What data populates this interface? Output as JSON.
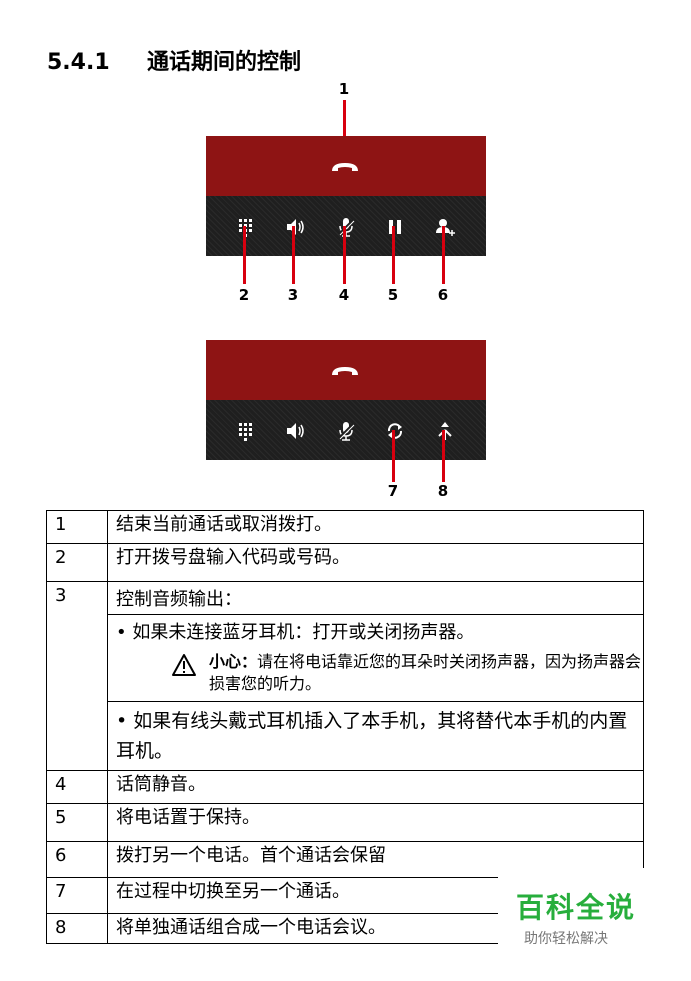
{
  "section": {
    "number": "5.4.1",
    "title": "通话期间的控制"
  },
  "callouts": {
    "top": [
      "1"
    ],
    "row1": [
      "2",
      "3",
      "4",
      "5",
      "6"
    ],
    "row2": [
      "7",
      "8"
    ]
  },
  "icons": [
    "end-call-icon",
    "dialpad-icon",
    "speaker-icon",
    "mute-icon",
    "hold-icon",
    "add-call-icon",
    "swap-call-icon",
    "merge-call-icon"
  ],
  "colors": {
    "panel_top": "#8e1414",
    "panel_bottom": "#1f1f1f",
    "callout_line": "#d8000f",
    "watermark": "#27ae3c"
  },
  "rows": [
    {
      "n": "1",
      "text": "结束当前通话或取消拨打。"
    },
    {
      "n": "2",
      "text": "打开拨号盘输入代码或号码。"
    },
    {
      "n": "3",
      "text": "控制音频输出：",
      "bullet1": "• 如果未连接蓝牙耳机：打开或关闭扬声器。",
      "caution_label": "小心：",
      "caution_text": "请在将电话靠近您的耳朵时关闭扬声器，因为扬声器会损害您的听力。",
      "bullet2": "• 如果有线头戴式耳机插入了本手机，其将替代本手机的内置耳机。"
    },
    {
      "n": "4",
      "text": "话筒静音。"
    },
    {
      "n": "5",
      "text": "将电话置于保持。"
    },
    {
      "n": "6",
      "text": "拨打另一个电话。首个通话会保留"
    },
    {
      "n": "7",
      "text": "在过程中切换至另一个通话。"
    },
    {
      "n": "8",
      "text": "将单独通话组合成一个电话会议。"
    }
  ],
  "watermark": {
    "title": "百科全说",
    "subtitle": "助你轻松解决"
  }
}
